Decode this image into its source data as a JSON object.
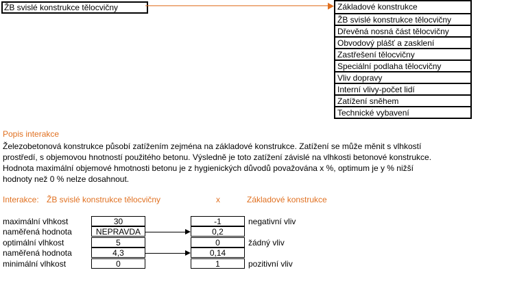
{
  "source_element": "ŽB svislé konstrukce tělocvičny",
  "target_list": [
    "Základové konstrukce",
    "ŽB svislé konstrukce tělocvičny",
    "Dřevěná nosná část tělocvičny",
    "Obvodový plášť a zasklení",
    "Zastřešení tělocvičny",
    "Speciální podlaha tělocvičny",
    "Vliv dopravy",
    "Interní vlivy-počet lidí",
    "Zatížení sněhem",
    "Technické vybavení"
  ],
  "description": {
    "heading": "Popis interakce",
    "line1": "Železobetonová konstrukce působí zatížením zejména na základové konstrukce. Zatížení se může měnit s vlhkostí",
    "line2": "prostředí, s objemovou hnotností použitého betonu. Výsledně je toto zatížení závislé na vlhkosti betonové konstrukce.",
    "line3": "Hodnota maximální objemové hmotnosti betonu je z hygienických důvodů považována x %, optimum je y % nižší",
    "line4": "hodnoty než 0 % nelze dosahnout."
  },
  "interaction": {
    "label": "Interakce:",
    "from": "ŽB svislé konstrukce tělocvičny",
    "x": "x",
    "to": "Základové konstrukce"
  },
  "table": {
    "rows": [
      {
        "label": "maximální vlhkost",
        "input": "30",
        "output": "-1",
        "note": "negativní vliv"
      },
      {
        "label": "naměřená hodnota",
        "input": "NEPRAVDA",
        "output": "0,2",
        "note": ""
      },
      {
        "label": "optimální vlhkost",
        "input": "5",
        "output": "0",
        "note": "žádný vliv"
      },
      {
        "label": "naměřená hodnota",
        "input": "4,3",
        "output": "0,14",
        "note": ""
      },
      {
        "label": "minimální vlhkost",
        "input": "0",
        "output": "1",
        "note": "pozitivní vliv"
      }
    ]
  },
  "colors": {
    "accent": "#e07020",
    "border": "#000000"
  }
}
